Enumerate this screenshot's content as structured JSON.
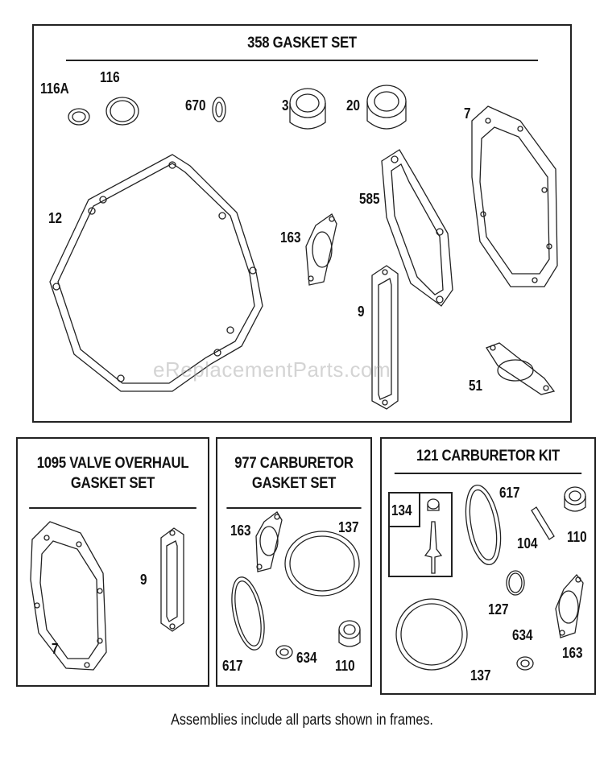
{
  "watermark": "eReplacementParts.com",
  "footer_note": "Assemblies include all parts shown in frames.",
  "frames": {
    "gasket_set": {
      "title": "358 GASKET SET",
      "labels": {
        "p116a": "116A",
        "p116": "116",
        "p670": "670",
        "p3": "3",
        "p20": "20",
        "p7": "7",
        "p12": "12",
        "p585": "585",
        "p163": "163",
        "p9": "9",
        "p51": "51"
      }
    },
    "valve_overhaul": {
      "title_line1": "1095 VALVE OVERHAUL",
      "title_line2": "GASKET SET",
      "labels": {
        "p9": "9",
        "p7": "7"
      }
    },
    "carburetor_gasket": {
      "title_line1": "977 CARBURETOR",
      "title_line2": "GASKET SET",
      "labels": {
        "p163": "163",
        "p137": "137",
        "p617": "617",
        "p634": "634",
        "p110": "110"
      }
    },
    "carburetor_kit": {
      "title": "121 CARBURETOR KIT",
      "labels": {
        "p134": "134",
        "p617": "617",
        "p104": "104",
        "p110": "110",
        "p127": "127",
        "p634": "634",
        "p163": "163",
        "p137": "137"
      }
    }
  }
}
